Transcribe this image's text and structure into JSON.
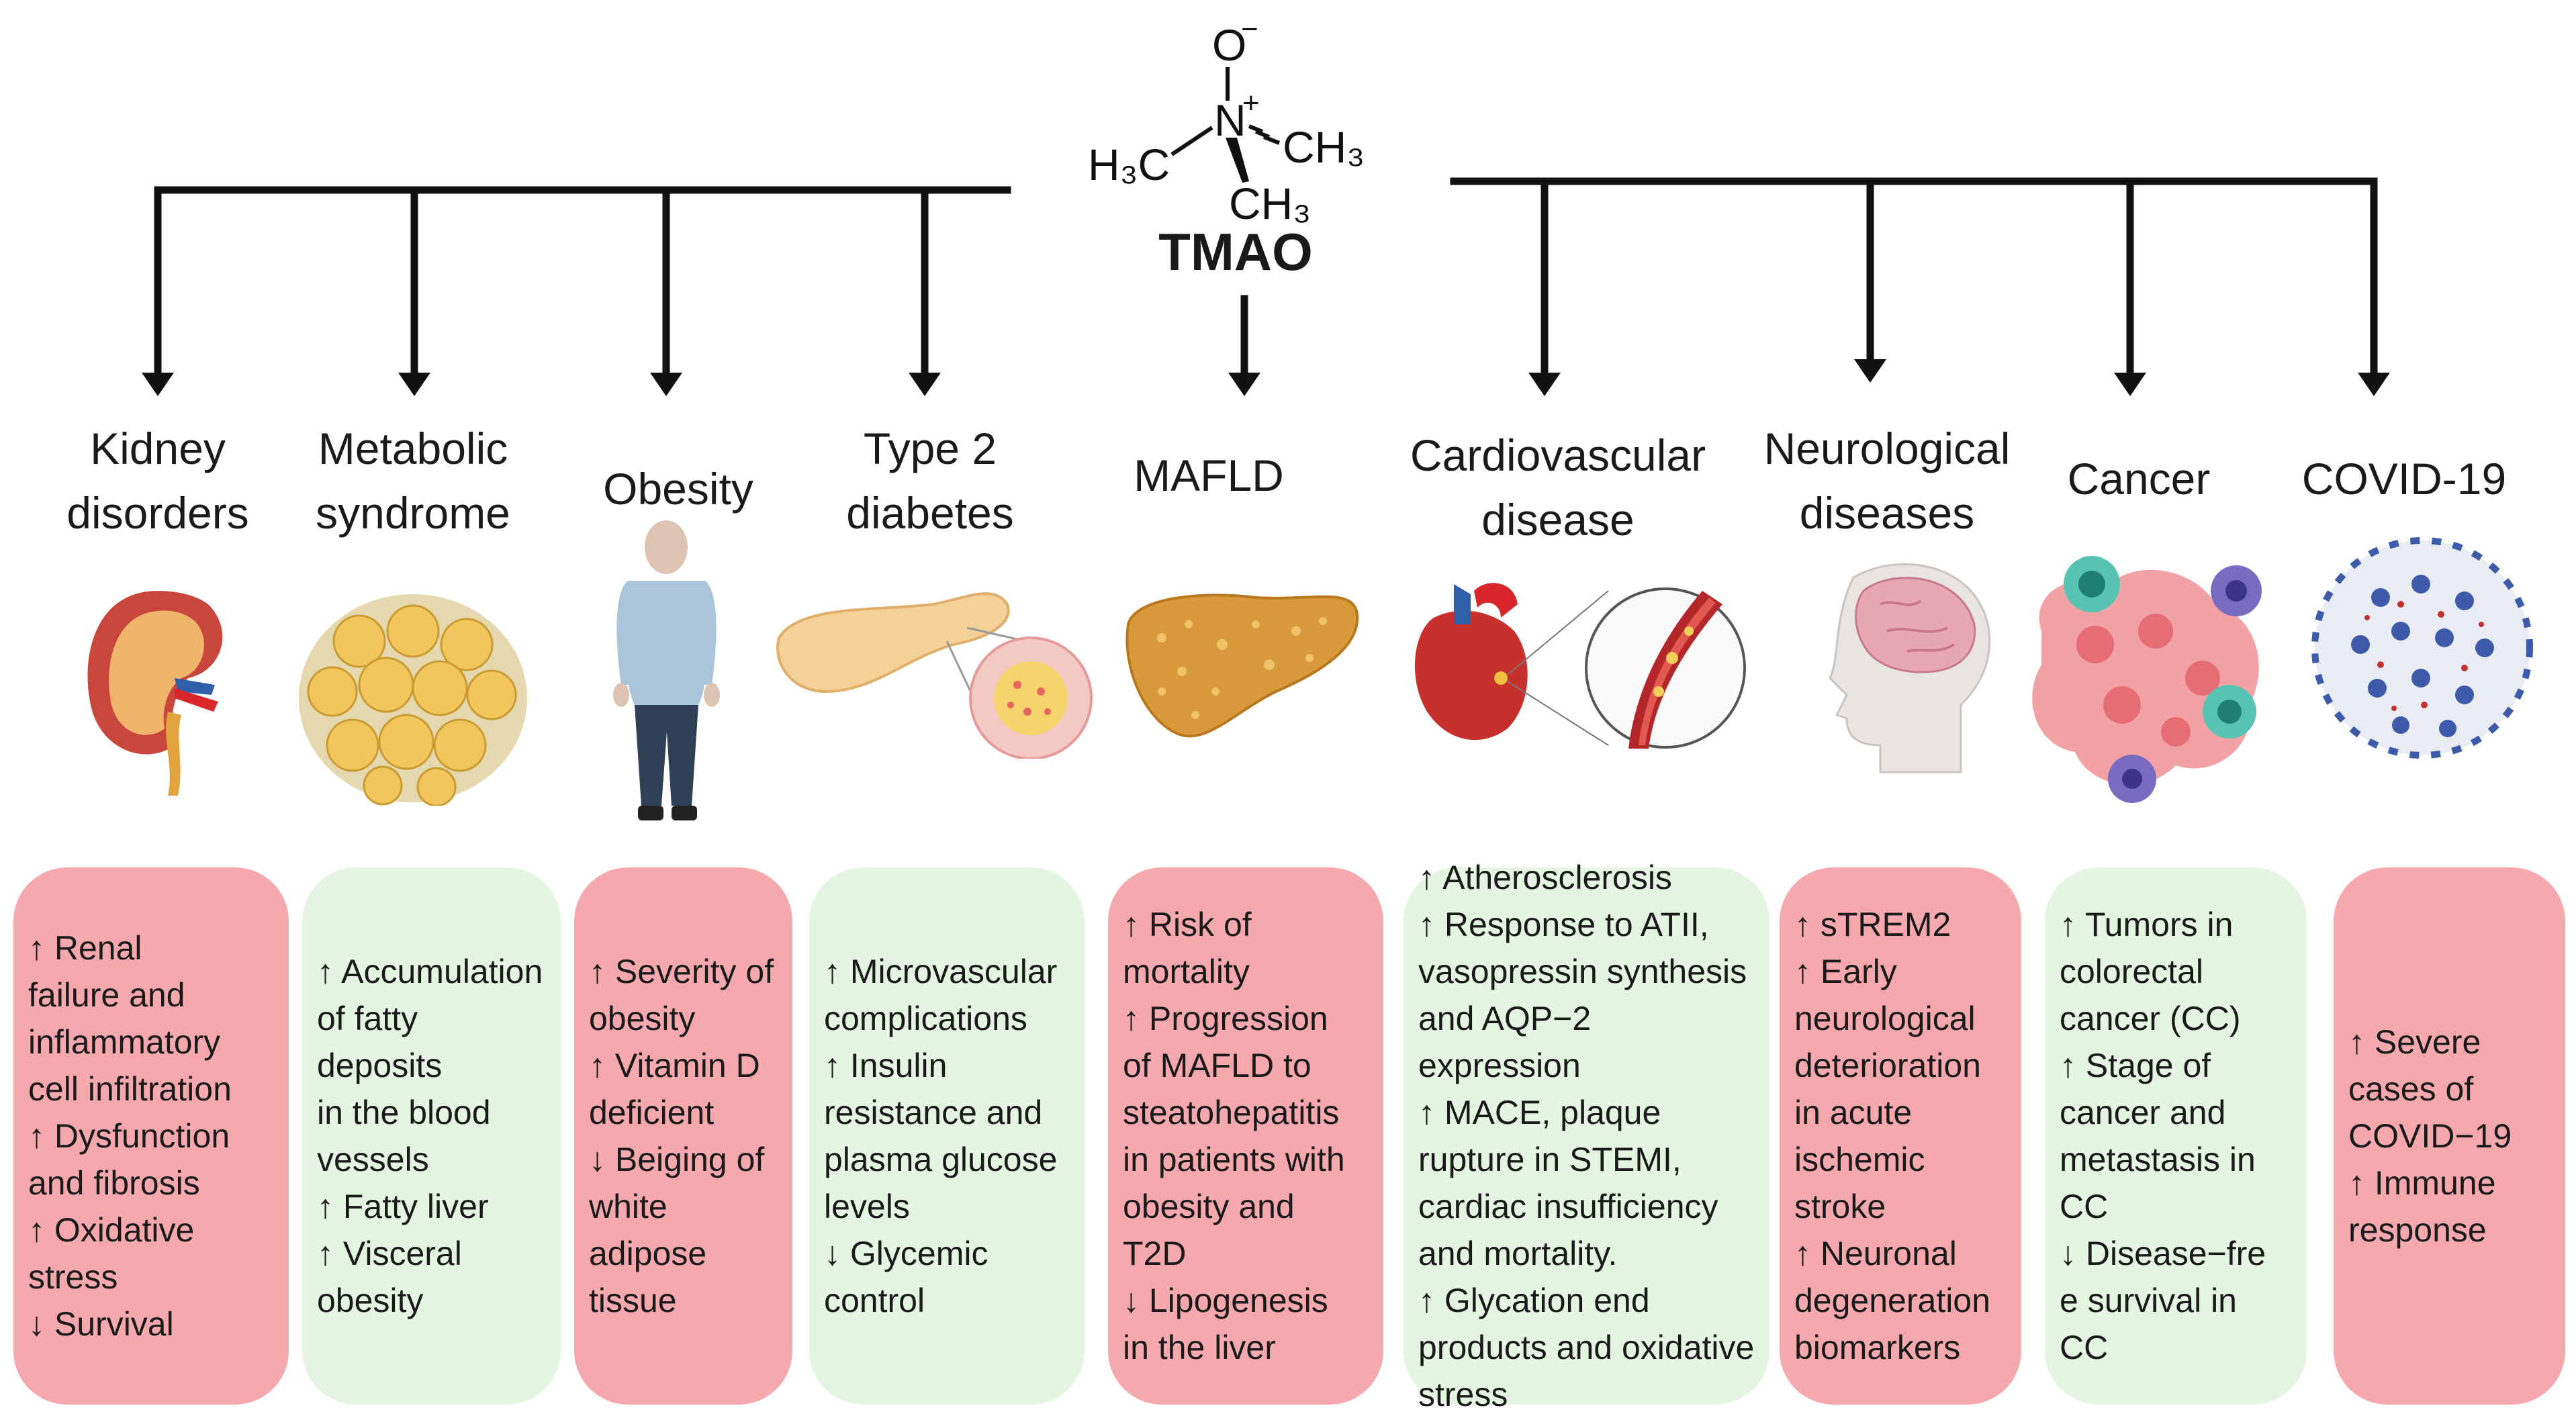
{
  "title": "TMAO",
  "molecule": {
    "oxygen": "O",
    "oxygen_charge": "−",
    "nitrogen": "N",
    "nitrogen_charge": "+",
    "methyl_left": "H₃C",
    "methyl_right": "CH₃",
    "methyl_bottom": "CH₃"
  },
  "colors": {
    "red_box": "#f5a9ae",
    "green_box": "#e4f5e1",
    "line": "#111111"
  },
  "diseases": [
    {
      "label": "Kidney\ndisorders",
      "icon": "kidney-icon",
      "box_color": "red",
      "effects": [
        "↑ Renal",
        "failure and",
        "inflammatory",
        "cell infiltration",
        "↑ Dysfunction",
        "and  fibrosis",
        "↑ Oxidative",
        "stress",
        "↓ Survival"
      ]
    },
    {
      "label": "Metabolic\nsyndrome",
      "icon": "fat-cells-icon",
      "box_color": "green",
      "effects": [
        "↑ Accumulation",
        "of fatty deposits",
        "in the blood",
        "vessels",
        "↑ Fatty liver",
        "↑ Visceral",
        "obesity"
      ]
    },
    {
      "label": "Obesity",
      "icon": "person-icon",
      "box_color": "red",
      "effects": [
        "↑ Severity of",
        "obesity",
        "↑  Vitamin D",
        "deficient",
        "↓ Beiging of",
        "white",
        "adipose",
        "tissue"
      ]
    },
    {
      "label": "Type 2\ndiabetes",
      "icon": "pancreas-icon",
      "box_color": "green",
      "effects": [
        "↑ Microvascular",
        "complications",
        "↑ Insulin",
        "resistance and",
        "plasma glucose",
        "levels",
        "↓ Glycemic",
        "control"
      ]
    },
    {
      "label": "MAFLD",
      "icon": "liver-icon",
      "box_color": "red",
      "effects": [
        "↑ Risk of",
        "mortality",
        "↑  Progression",
        "of MAFLD to",
        "steatohepatitis",
        "in patients with",
        "obesity and",
        "T2D",
        "↓ Lipogenesis",
        "in the liver"
      ]
    },
    {
      "label": "Cardiovascular\ndisease",
      "icon": "heart-artery-icon",
      "box_color": "green",
      "effects": [
        "↑ Atherosclerosis",
        "↑ Response to ATII,",
        "vasopressin synthesis",
        "and AQP−2 expression",
        "↑ MACE, plaque",
        "rupture in STEMI,",
        "cardiac insufficiency",
        "and mortality.",
        "↑ Glycation end",
        "products and oxidative",
        "stress"
      ]
    },
    {
      "label": "Neurological\ndiseases",
      "icon": "brain-head-icon",
      "box_color": "red",
      "effects": [
        "↑ sTREM2",
        "↑  Early",
        "neurological",
        "deterioration",
        "in acute",
        "ischemic",
        "stroke",
        "↑ Neuronal",
        "degeneration",
        "biomarkers"
      ]
    },
    {
      "label": "Cancer",
      "icon": "cancer-cells-icon",
      "box_color": "green",
      "effects": [
        "↑ Tumors in",
        "colorectal",
        "cancer (CC)",
        "↑ Stage of",
        "cancer and",
        "metastasis in",
        "CC",
        "↓ Disease−fre",
        "e survival in",
        "CC"
      ]
    },
    {
      "label": "COVID-19",
      "icon": "virus-icon",
      "box_color": "red",
      "effects": [
        "↑ Severe",
        "cases of",
        "COVID−19",
        "↑ Immune",
        "response"
      ]
    }
  ]
}
